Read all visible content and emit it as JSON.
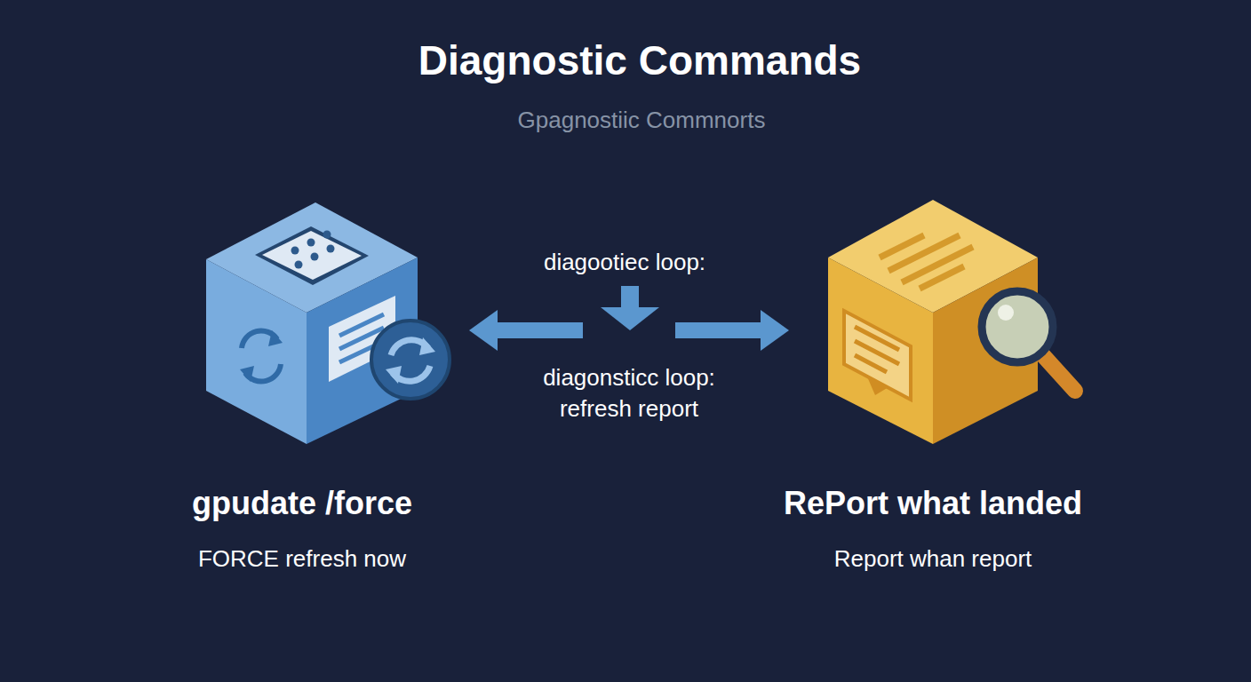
{
  "diagram": {
    "title": "Diagnostic Commands",
    "nodes": [
      {
        "text": [
          "gpudate /force",
          "FORCE refresh now"
        ]
      },
      {
        "text": [
          "RePort what landed",
          "Report whan report"
        ]
      }
    ],
    "edges": [
      {
        "from": 0,
        "to": 1,
        "arrow": "both",
        "label": "diagonsticc loop: refresh report"
      }
    ],
    "labels": [
      "Gpagnostiic Commnorts",
      "diagootiec loop:"
    ]
  }
}
